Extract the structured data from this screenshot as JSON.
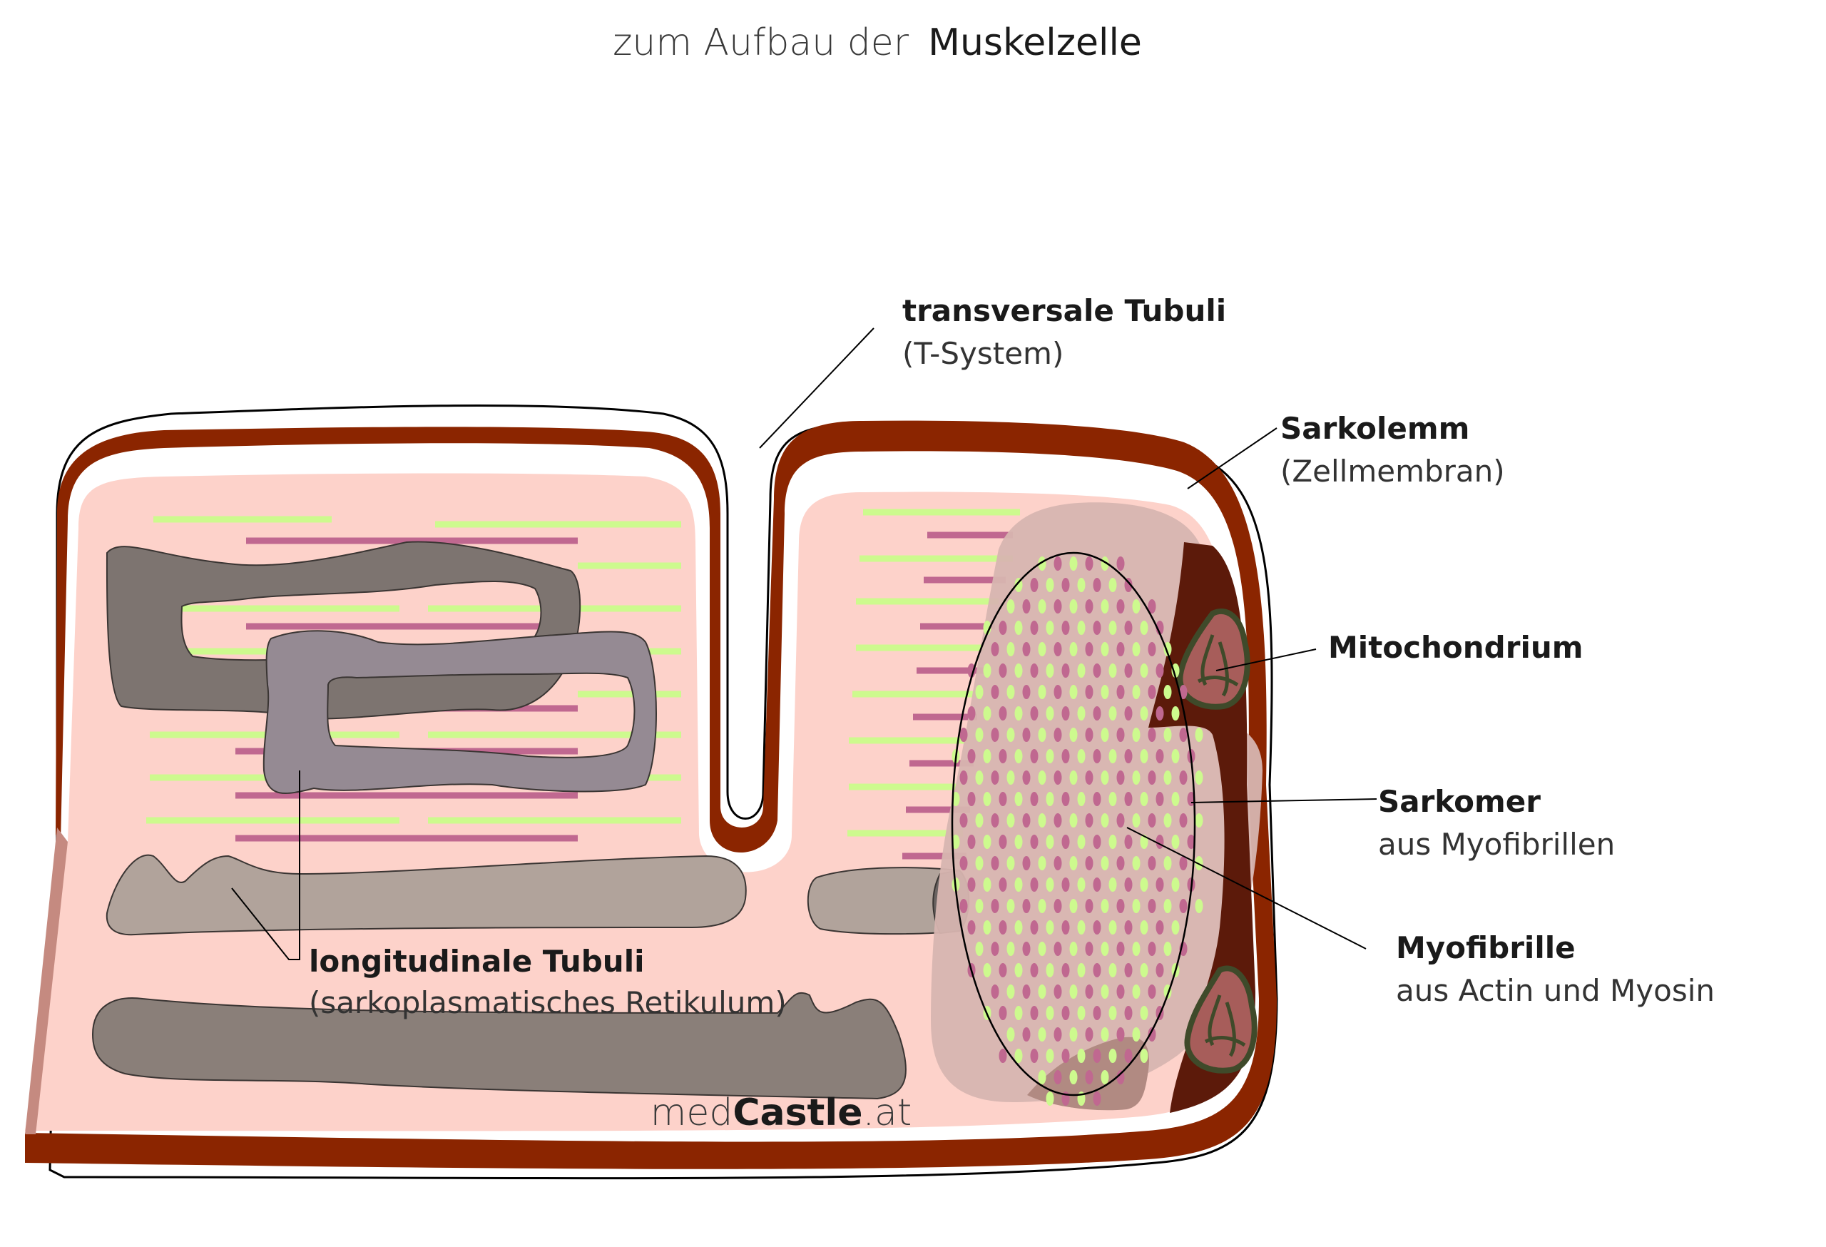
{
  "title": {
    "prefix": "zum Aufbau der",
    "emphasis": "Muskelzelle"
  },
  "labels": {
    "t_tubuli": {
      "title": "transversale Tubuli",
      "subtitle": "(T-System)"
    },
    "sarkolemm": {
      "title": "Sarkolemm",
      "subtitle": "(Zellmembran)"
    },
    "mitochondrium": {
      "title": "Mitochondrium"
    },
    "sarkomer": {
      "title": "Sarkomer",
      "subtitle": "aus Myofibrillen"
    },
    "myofibrille": {
      "title": "Myofibrille",
      "subtitle": "aus Actin und Myosin"
    },
    "l_tubuli": {
      "title": "longitudinale Tubuli",
      "subtitle": "(sarkoplasmatisches Retikulum)"
    }
  },
  "watermark": {
    "prefix": "med",
    "brand": "Castle",
    "suffix": ".at"
  },
  "colors": {
    "membrane": "#8b2500",
    "membrane_dark": "#5c1a0a",
    "cytoplasm": "#fdd2ca",
    "actin": "#cdfa8e",
    "myosin": "#c06890",
    "sr_dark": "#7d7470",
    "sr_mid": "#958a93",
    "sr_light": "#b1a39b",
    "myofibril": "#d7b5b0",
    "mitochondrion": "#a75d5a",
    "mitochondrion_border": "#3f4a2a"
  }
}
